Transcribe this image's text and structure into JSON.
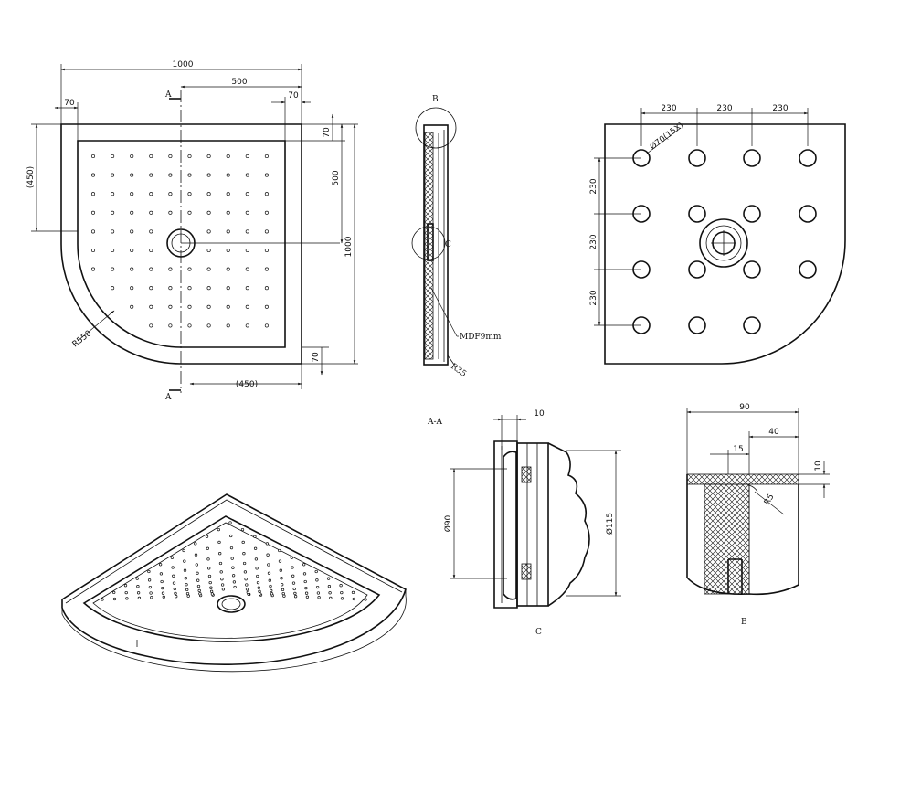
{
  "top_view": {
    "dim_overall_width": "1000",
    "dim_half": "500",
    "dim_left_margin": "70",
    "dim_right_margin": "70",
    "dim_left_height": "(450)",
    "dim_right_top": "70",
    "dim_right_500": "500",
    "dim_right_1000": "1000",
    "dim_right_bottom": "70",
    "dim_bottom_450": "(450)",
    "dim_radius": "R550",
    "section_mark_top": "A",
    "section_mark_bottom": "A"
  },
  "section_view": {
    "detail_b_mark": "B",
    "detail_c_mark": "C",
    "material_note": "MDF9mm",
    "radius_note": "R35",
    "title": "A-A"
  },
  "bottom_view": {
    "dim_col_1": "230",
    "dim_col_2": "230",
    "dim_col_3": "230",
    "dim_row_1": "230",
    "dim_row_2": "230",
    "dim_row_3": "230",
    "hole_note": "Ø70(15X)"
  },
  "detail_c": {
    "dim_top": "10",
    "dim_inner_dia": "Ø90",
    "dim_outer_dia": "Ø115",
    "label": "C"
  },
  "detail_b": {
    "dim_width": "90",
    "dim_40": "40",
    "dim_15": "15",
    "dim_10": "10",
    "dim_radius": "R5",
    "label": "B"
  }
}
